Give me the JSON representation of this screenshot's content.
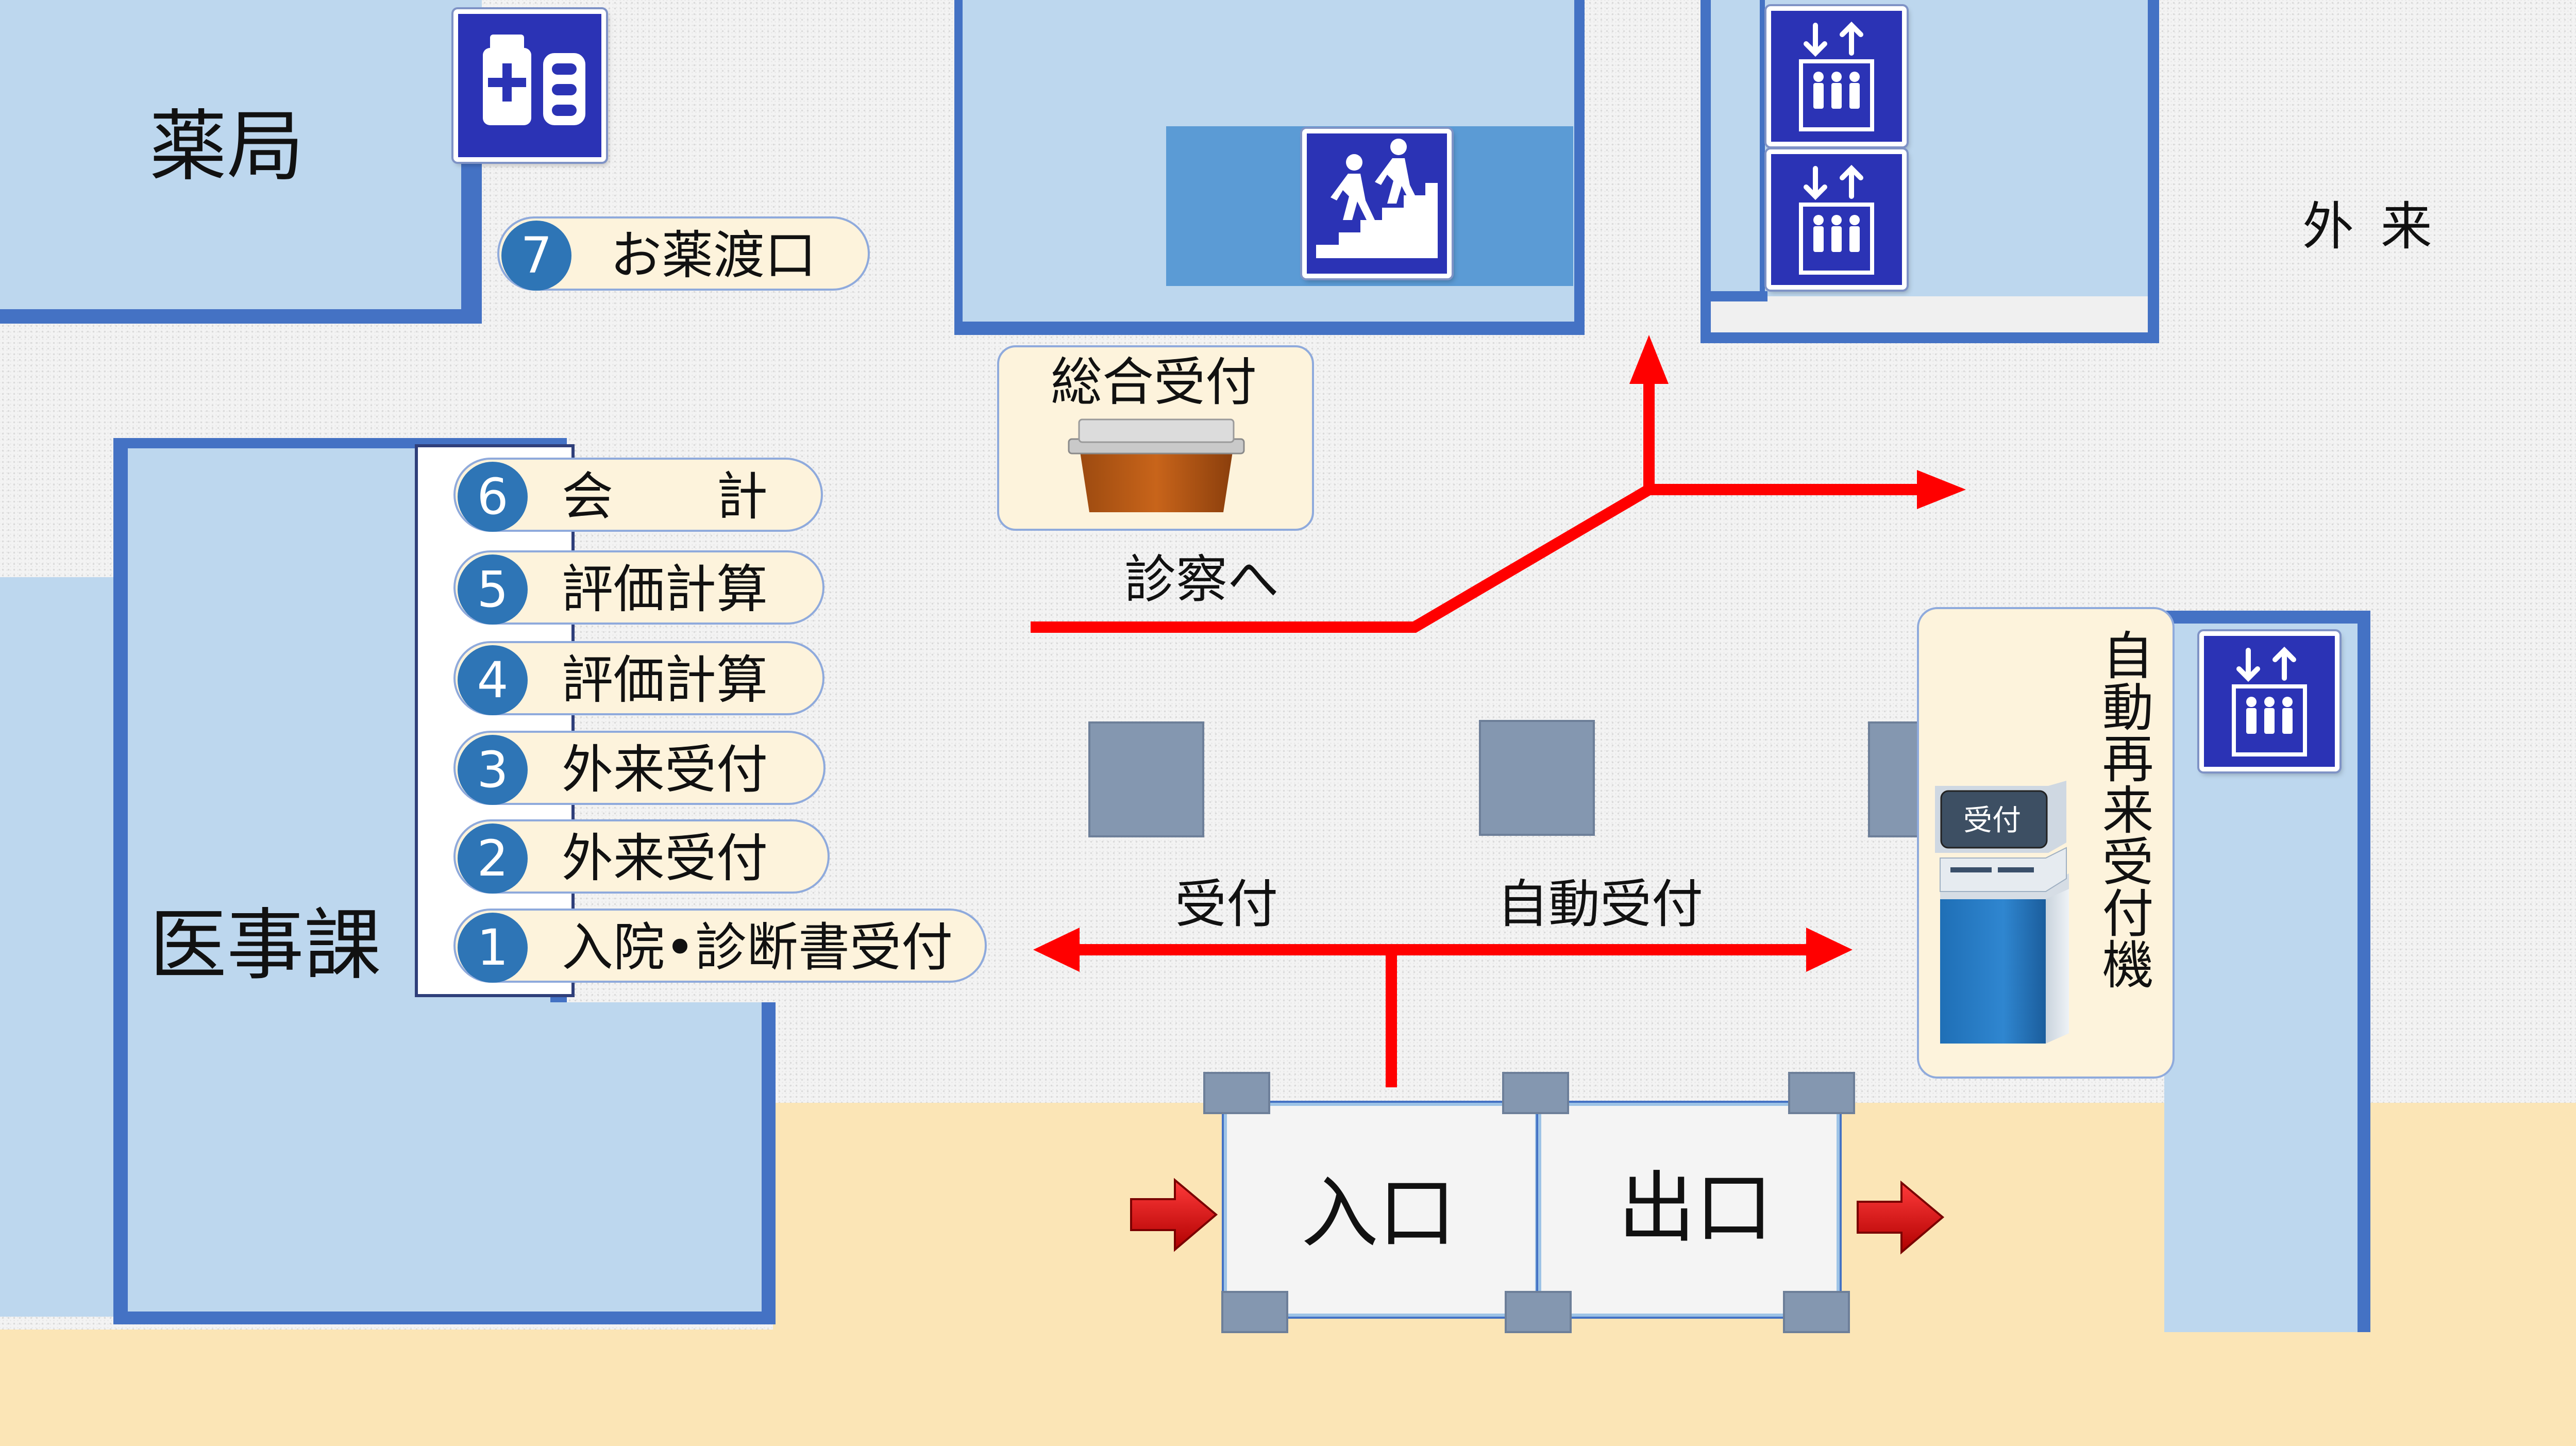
{
  "rooms": {
    "pharmacy": "薬局",
    "medical_affairs": "医事課",
    "outpatient": "外 来"
  },
  "counters": [
    {
      "num": "7",
      "label": "お薬渡口"
    },
    {
      "num": "6",
      "label": "会　　計"
    },
    {
      "num": "5",
      "label": "評価計算"
    },
    {
      "num": "4",
      "label": "評価計算"
    },
    {
      "num": "3",
      "label": "外来受付"
    },
    {
      "num": "2",
      "label": "外来受付"
    },
    {
      "num": "1",
      "label": "入院•診断書受付"
    }
  ],
  "general_reception": "総合受付",
  "to_examination": "診察へ",
  "reception_left": "受付",
  "reception_auto": "自動受付",
  "kiosk": {
    "title": "自動再来受付機",
    "screen_label": "受付"
  },
  "entrance": "入口",
  "exit": "出口",
  "colors": {
    "room_fill": "#bdd7ee",
    "room_edge": "#4472c4",
    "route_arrow": "#ff0000",
    "sign_blue": "#2b33b5",
    "counter_number": "#2e75b6",
    "outside_pavement": "#fbe5b6"
  },
  "icons": [
    "pharmacy-icon",
    "stairs-icon",
    "elevator-icon",
    "reception-kiosk-icon",
    "door-arrow-icon"
  ]
}
